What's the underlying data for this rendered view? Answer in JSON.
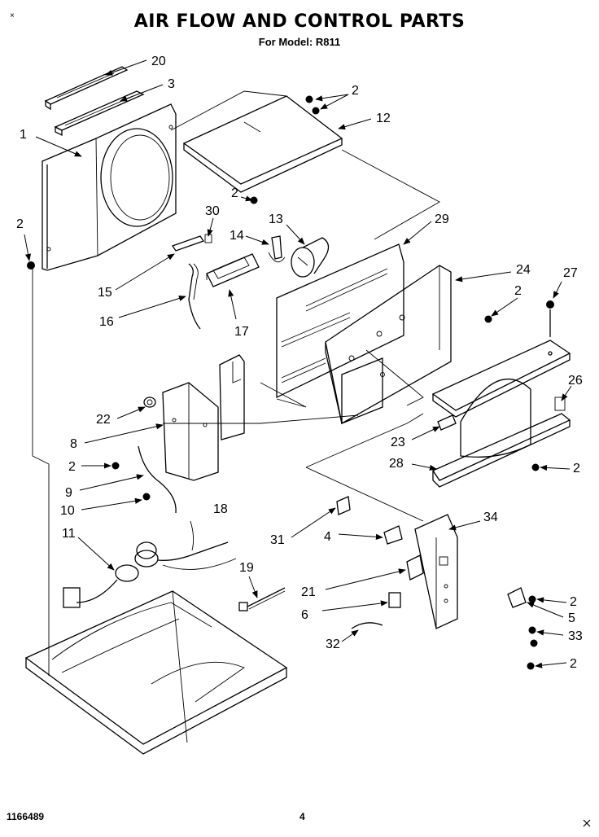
{
  "title": "AIR FLOW AND CONTROL PARTS",
  "subtitle": "For Model: R811",
  "corner_mark": "×",
  "doc_number": "1166489",
  "page_number": "4",
  "callouts": [
    {
      "id": "c20",
      "label": "20"
    },
    {
      "id": "c3",
      "label": "3"
    },
    {
      "id": "c1",
      "label": "1"
    },
    {
      "id": "c2a",
      "label": "2"
    },
    {
      "id": "c2b",
      "label": "2"
    },
    {
      "id": "c12",
      "label": "12"
    },
    {
      "id": "c2c",
      "label": "2"
    },
    {
      "id": "c30",
      "label": "30"
    },
    {
      "id": "c13",
      "label": "13"
    },
    {
      "id": "c29",
      "label": "29"
    },
    {
      "id": "c14",
      "label": "14"
    },
    {
      "id": "c15",
      "label": "15"
    },
    {
      "id": "c16",
      "label": "16"
    },
    {
      "id": "c17",
      "label": "17"
    },
    {
      "id": "c24",
      "label": "24"
    },
    {
      "id": "c27",
      "label": "27"
    },
    {
      "id": "c2d",
      "label": "2"
    },
    {
      "id": "c26",
      "label": "26"
    },
    {
      "id": "c22",
      "label": "22"
    },
    {
      "id": "c8",
      "label": "8"
    },
    {
      "id": "c2e",
      "label": "2"
    },
    {
      "id": "c23",
      "label": "23"
    },
    {
      "id": "c28",
      "label": "28"
    },
    {
      "id": "c2f",
      "label": "2"
    },
    {
      "id": "c9",
      "label": "9"
    },
    {
      "id": "c10",
      "label": "10"
    },
    {
      "id": "c18",
      "label": "18"
    },
    {
      "id": "c31",
      "label": "31"
    },
    {
      "id": "c4",
      "label": "4"
    },
    {
      "id": "c34",
      "label": "34"
    },
    {
      "id": "c11",
      "label": "11"
    },
    {
      "id": "c19",
      "label": "19"
    },
    {
      "id": "c21",
      "label": "21"
    },
    {
      "id": "c6",
      "label": "6"
    },
    {
      "id": "c2g",
      "label": "2"
    },
    {
      "id": "c5",
      "label": "5"
    },
    {
      "id": "c33",
      "label": "33"
    },
    {
      "id": "c32",
      "label": "32"
    },
    {
      "id": "c2h",
      "label": "2"
    }
  ]
}
